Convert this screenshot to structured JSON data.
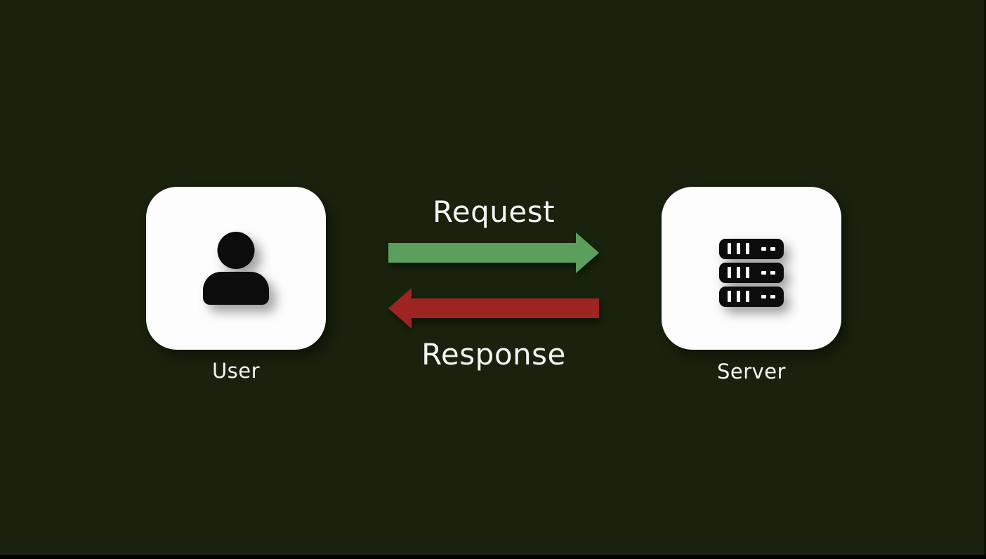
{
  "diagram": {
    "background_color": "#18220c",
    "card_color": "#fdfdfd",
    "icon_color": "#0c0c0c",
    "label_color": "#f5f5f3",
    "user": {
      "label": "User",
      "icon": "person-icon"
    },
    "server": {
      "label": "Server",
      "icon": "server-stack-icon"
    },
    "request": {
      "label": "Request",
      "direction": "left-to-right",
      "color": "#5c9f5c"
    },
    "response": {
      "label": "Response",
      "direction": "right-to-left",
      "color": "#9e2421"
    }
  }
}
